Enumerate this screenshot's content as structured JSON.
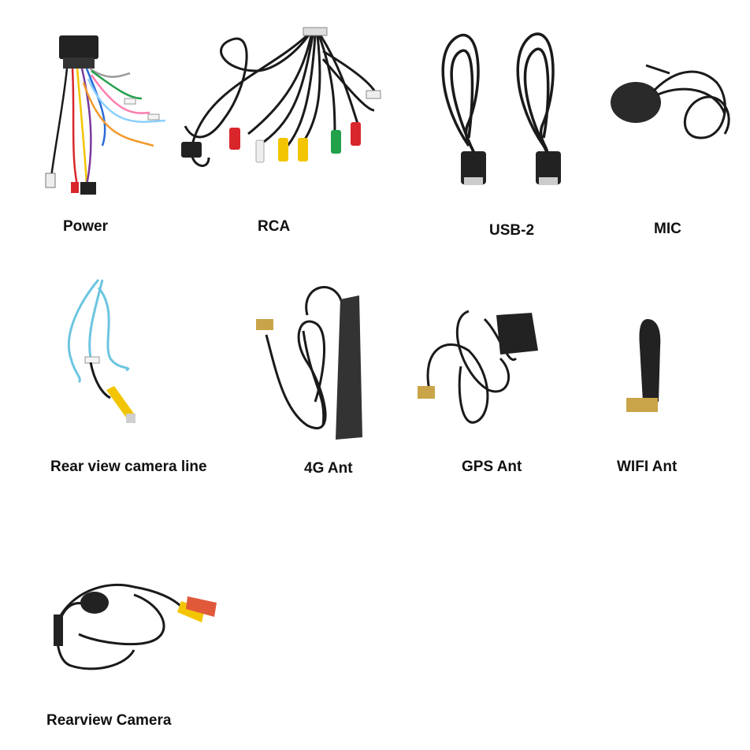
{
  "products": [
    {
      "id": "power",
      "label": "Power",
      "icon": "power-harness-icon"
    },
    {
      "id": "rca",
      "label": "RCA",
      "icon": "rca-cable-icon"
    },
    {
      "id": "usb",
      "label": "USB-2",
      "icon": "usb-cable-icon"
    },
    {
      "id": "mic",
      "label": "MIC",
      "icon": "microphone-icon"
    },
    {
      "id": "rearline",
      "label": "Rear view camera line",
      "icon": "camera-line-icon"
    },
    {
      "id": "ant4g",
      "label": "4G Ant",
      "icon": "4g-antenna-icon"
    },
    {
      "id": "gps",
      "label": "GPS Ant",
      "icon": "gps-antenna-icon"
    },
    {
      "id": "wifi",
      "label": "WIFI Ant",
      "icon": "wifi-antenna-icon"
    },
    {
      "id": "camera",
      "label": "Rearview Camera",
      "icon": "rearview-camera-icon"
    }
  ],
  "colors": {
    "cable": "#1a1a1a",
    "rca_red": "#d9262b",
    "rca_yellow": "#f2c500",
    "rca_green": "#22a04a",
    "rca_white": "#eeeeee",
    "wire_blue": "#6cc5e0",
    "brass": "#c9a448"
  }
}
